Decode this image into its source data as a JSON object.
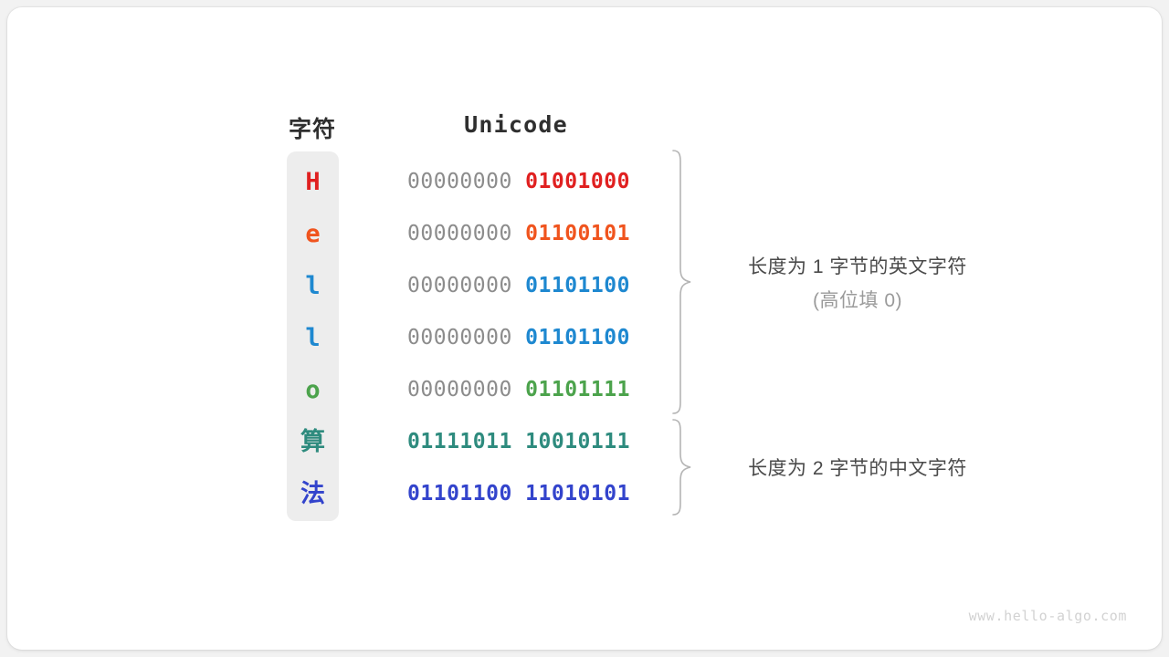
{
  "watermark": "www.hello-algo.com",
  "palette": {
    "background": "#f2f2f2",
    "card": "#ffffff",
    "char_column_bg": "#ededed",
    "high_byte_gray": "#8c8c8c",
    "brace_gray": "#b4b4b4",
    "annotation_text": "#4a4a4a",
    "annotation_sub_text": "#9a9a9a",
    "header_text": "#2f2f2f",
    "watermark_text": "#d2d2d2"
  },
  "table": {
    "headers": {
      "character": "字符",
      "unicode": "Unicode"
    },
    "rows": [
      {
        "char": "H",
        "color": "#e02020",
        "high_byte": "00000000",
        "low_byte": "01001000",
        "high_emph": false,
        "cjk": false
      },
      {
        "char": "e",
        "color": "#f0541e",
        "high_byte": "00000000",
        "low_byte": "01100101",
        "high_emph": false,
        "cjk": false
      },
      {
        "char": "l",
        "color": "#1e88d0",
        "high_byte": "00000000",
        "low_byte": "01101100",
        "high_emph": false,
        "cjk": false
      },
      {
        "char": "l",
        "color": "#1e88d0",
        "high_byte": "00000000",
        "low_byte": "01101100",
        "high_emph": false,
        "cjk": false
      },
      {
        "char": "o",
        "color": "#4ca34c",
        "high_byte": "00000000",
        "low_byte": "01101111",
        "high_emph": false,
        "cjk": false
      },
      {
        "char": "算",
        "color": "#2e8b7e",
        "high_byte": "01111011",
        "low_byte": "10010111",
        "high_emph": true,
        "cjk": true
      },
      {
        "char": "法",
        "color": "#3344cc",
        "high_byte": "01101100",
        "low_byte": "11010101",
        "high_emph": true,
        "cjk": true
      }
    ]
  },
  "annotations": [
    {
      "main": "长度为 1 字节的英文字符",
      "sub": "(高位填 0)",
      "spans_rows": [
        0,
        4
      ]
    },
    {
      "main": "长度为 2 字节的中文字符",
      "sub": "",
      "spans_rows": [
        5,
        6
      ]
    }
  ]
}
